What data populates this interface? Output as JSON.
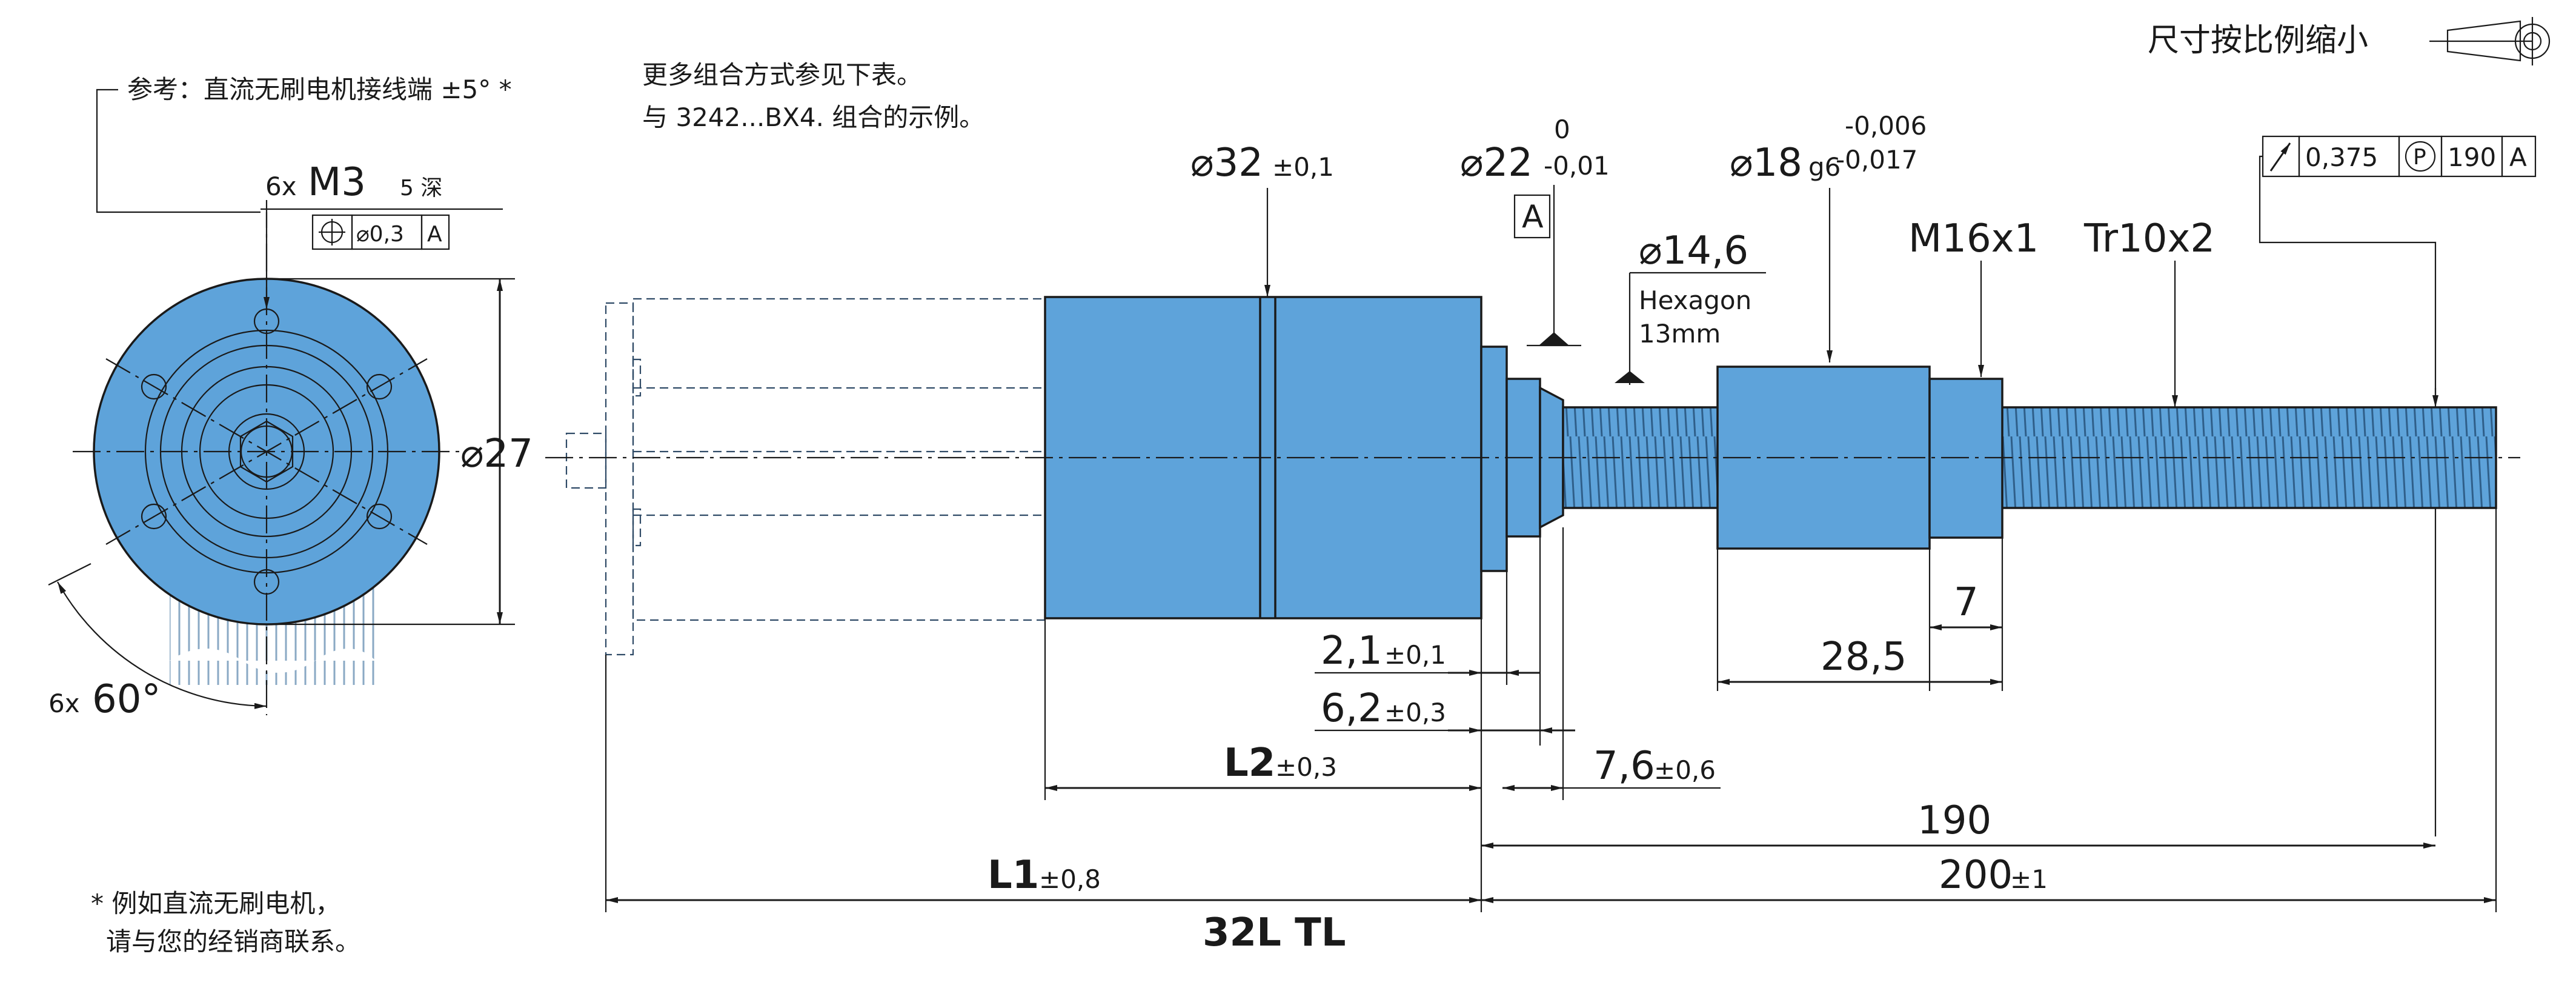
{
  "colors": {
    "body": "#5ea3da",
    "body_dark": "#4a8cc4",
    "phantom": "#b9d6ef",
    "line": "#1a1a1a"
  },
  "top_right": {
    "scale_note": "尺寸按比例缩小"
  },
  "notes": {
    "reference": "参考：直流无刷电机接线端 ±5° *",
    "combo_line1": "更多组合方式参见下表。",
    "combo_line2": "与 3242...BX4. 组合的示例。",
    "footnote_line1": "* 例如直流无刷电机，",
    "footnote_line2": "请与您的经销商联系。"
  },
  "front_view": {
    "screw_count": "6x",
    "screw_thread": "M3",
    "screw_depth": "5 深",
    "position_tol": "⌀0,3",
    "datum": "A",
    "diameter": "⌀27",
    "angle_count": "6x",
    "angle": "60°"
  },
  "side_view": {
    "d32": "⌀32",
    "d32_tol": "±0,1",
    "d22": "⌀22",
    "d22_up": "0",
    "d22_low": "-0,01",
    "datum_a": "A",
    "d18": "⌀18",
    "d18_fit": "g6",
    "d18_up": "-0,006",
    "d18_low": "-0,017",
    "d146": "⌀14,6",
    "hexagon": "Hexagon",
    "hex_size": "13mm",
    "nut_thread": "M16x1",
    "screw_thread": "Tr10x2",
    "runout_tol": "0,375",
    "runout_mod": "P",
    "runout_len": "190",
    "runout_datum": "A",
    "d21": "2,1",
    "d21_tol": "±0,1",
    "d62": "6,2",
    "d62_tol": "±0,3",
    "l2": "L2",
    "l2_tol": "±0,3",
    "d76": "7,6",
    "d76_tol": "±0,6",
    "d7": "7",
    "d285": "28,5",
    "d190": "190",
    "l1": "L1",
    "l1_tol": "±0,8",
    "d200": "200",
    "d200_tol": "±1",
    "model": "32L TL"
  }
}
